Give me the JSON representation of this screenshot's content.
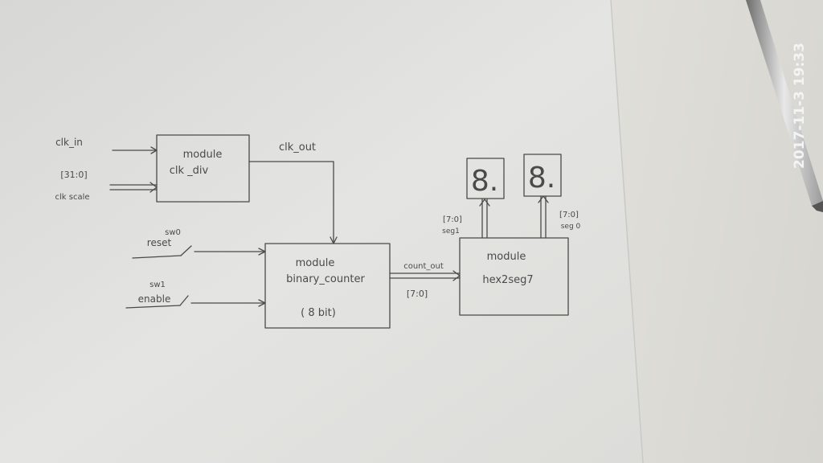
{
  "inputs": {
    "clk_in": "clk_in",
    "scale_bits": "[31:0]",
    "clk_scale": "clk scale",
    "sw0": "sw0",
    "reset": "reset",
    "sw1": "sw1",
    "enable": "enable"
  },
  "clk_div": {
    "line1": "module",
    "line2": "clk _div"
  },
  "clk_out": "clk_out",
  "binary_counter": {
    "line1": "module",
    "line2": "binary_counter",
    "line3": "( 8 bit)"
  },
  "count_out": "count_out",
  "count_bits": "[7:0]",
  "hex2seg7": {
    "line1": "module",
    "line2": "hex2seg7"
  },
  "seg1": {
    "bits": "[7:0]",
    "name": "seg1"
  },
  "seg0": {
    "bits": "[7:0]",
    "name": "seg 0"
  },
  "display_digit": "8.",
  "timestamp": "2017-11-3 19:33"
}
